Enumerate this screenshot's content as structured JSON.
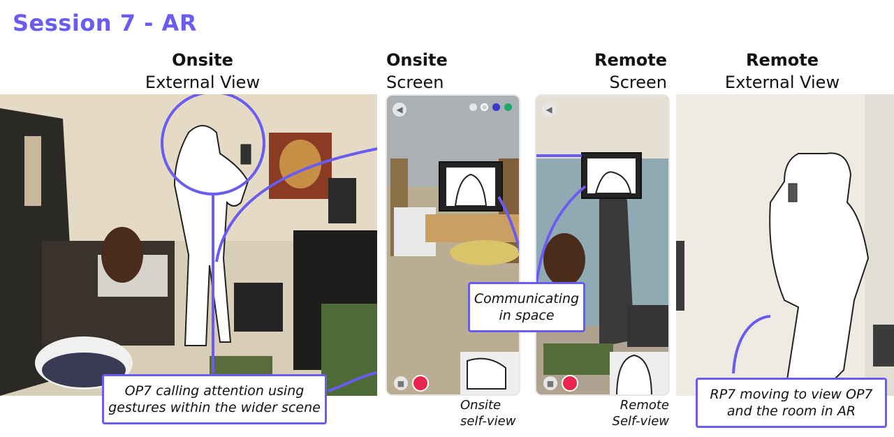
{
  "title": "Session 7 - AR",
  "headers": {
    "onsite_external": {
      "line1": "Onsite",
      "line2": "External View"
    },
    "onsite_screen": {
      "line1": "Onsite",
      "line2": "Screen"
    },
    "remote_screen": {
      "line1": "Remote",
      "line2": "Screen"
    },
    "remote_external": {
      "line1": "Remote",
      "line2": "External View"
    }
  },
  "callouts": {
    "onsite_attention": "OP7 calling attention using gestures within the wider scene",
    "communicating": "Communicating in space",
    "remote_moving": "RP7 moving to view OP7 and the room in AR"
  },
  "captions": {
    "onsite_self_view": {
      "line1": "Onsite",
      "line2": "self-view"
    },
    "remote_self_view": {
      "line1": "Remote",
      "line2": "Self-view"
    }
  },
  "colors": {
    "accent": "#6a5cf0",
    "record": "#e8244f"
  },
  "icons": [
    "back-arrow-icon",
    "color-dot-icon",
    "lock-icon",
    "record-icon"
  ]
}
